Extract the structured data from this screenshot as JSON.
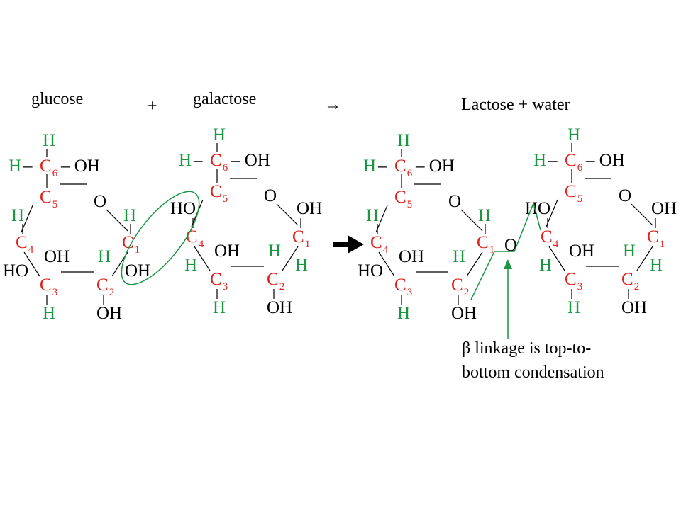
{
  "headings": {
    "glucose": "glucose",
    "plus": "+",
    "galactose": "galactose",
    "arrow": "→",
    "product": "Lactose + water"
  },
  "atoms": {
    "carbon": "C",
    "hydrogen": "H",
    "oxygen": "O",
    "hydroxyl": "OH",
    "hydroxyl_left": "HO",
    "c6_left": "H –",
    "c6_right": "– OH",
    "c6_left_tight": "H –",
    "c6_right_tight": "– OH"
  },
  "subscripts": [
    "1",
    "2",
    "3",
    "4",
    "5",
    "6"
  ],
  "bridge_oxygen": "O",
  "note": {
    "line1": "β linkage is top-to-",
    "line2": "bottom condensation"
  },
  "colors": {
    "carbon": "#e0201b",
    "hydrogen": "#1a9641",
    "text": "#000000",
    "highlight": "#1a9641"
  }
}
